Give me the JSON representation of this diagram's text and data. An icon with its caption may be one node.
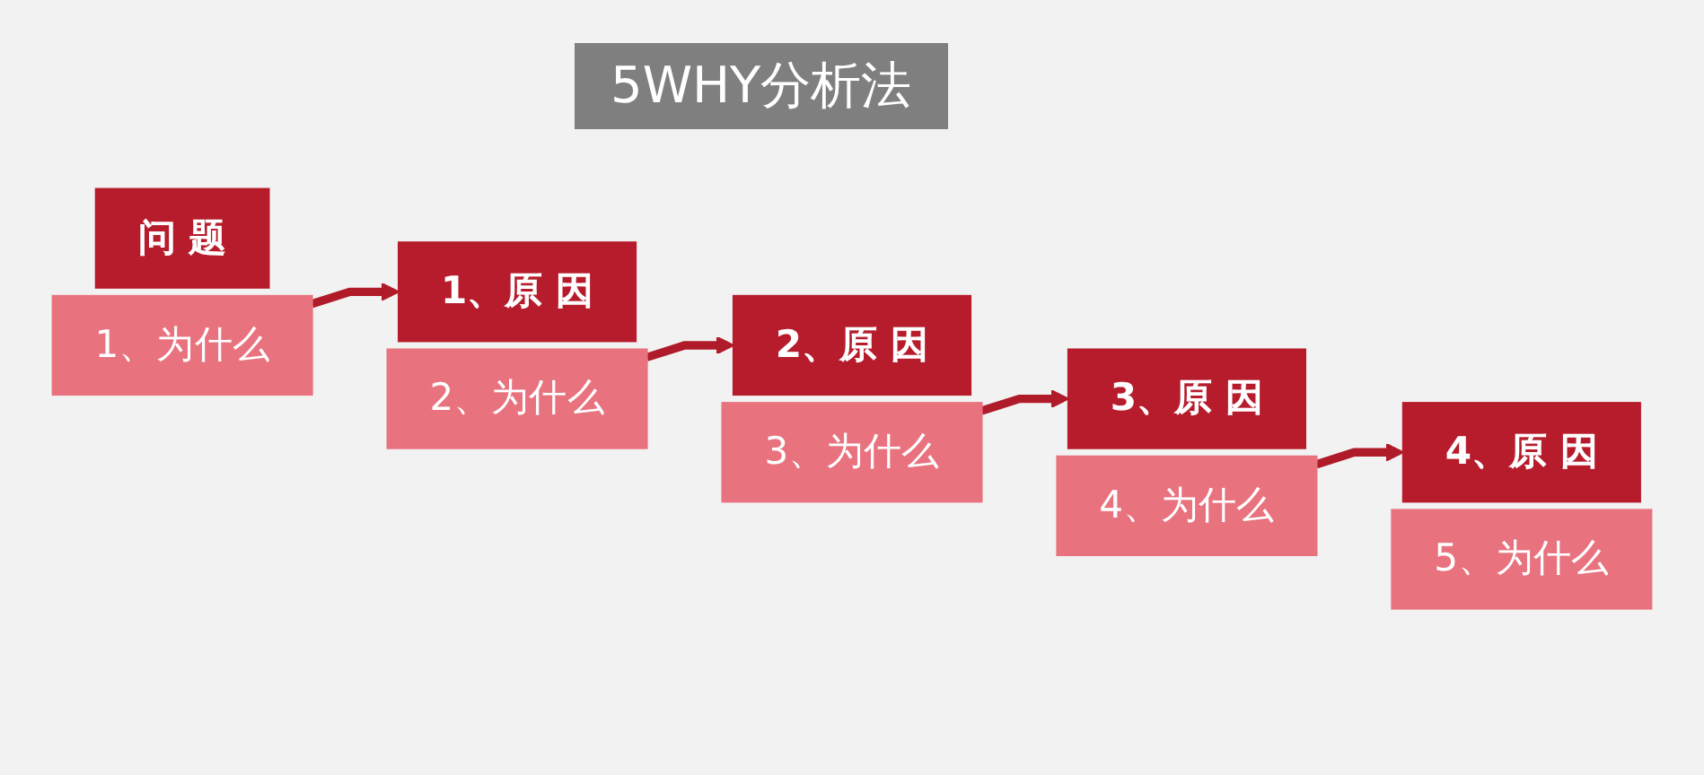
{
  "diagram": {
    "title": "5WHY分析法",
    "nodes": [
      {
        "text": [
          "问 题"
        ]
      },
      {
        "text": [
          "1、为什么"
        ]
      },
      {
        "text": [
          "1、原 因"
        ]
      },
      {
        "text": [
          "2、为什么"
        ]
      },
      {
        "text": [
          "2、原 因"
        ]
      },
      {
        "text": [
          "3、为什么"
        ]
      },
      {
        "text": [
          "3、原 因"
        ]
      },
      {
        "text": [
          "4、为什么"
        ]
      },
      {
        "text": [
          "4、原 因"
        ]
      },
      {
        "text": [
          "5、为什么"
        ]
      }
    ],
    "edges": [
      {
        "from": 1,
        "to": 2,
        "arrow": "to"
      },
      {
        "from": 3,
        "to": 4,
        "arrow": "to"
      },
      {
        "from": 5,
        "to": 6,
        "arrow": "to"
      },
      {
        "from": 7,
        "to": 8,
        "arrow": "to"
      }
    ]
  }
}
